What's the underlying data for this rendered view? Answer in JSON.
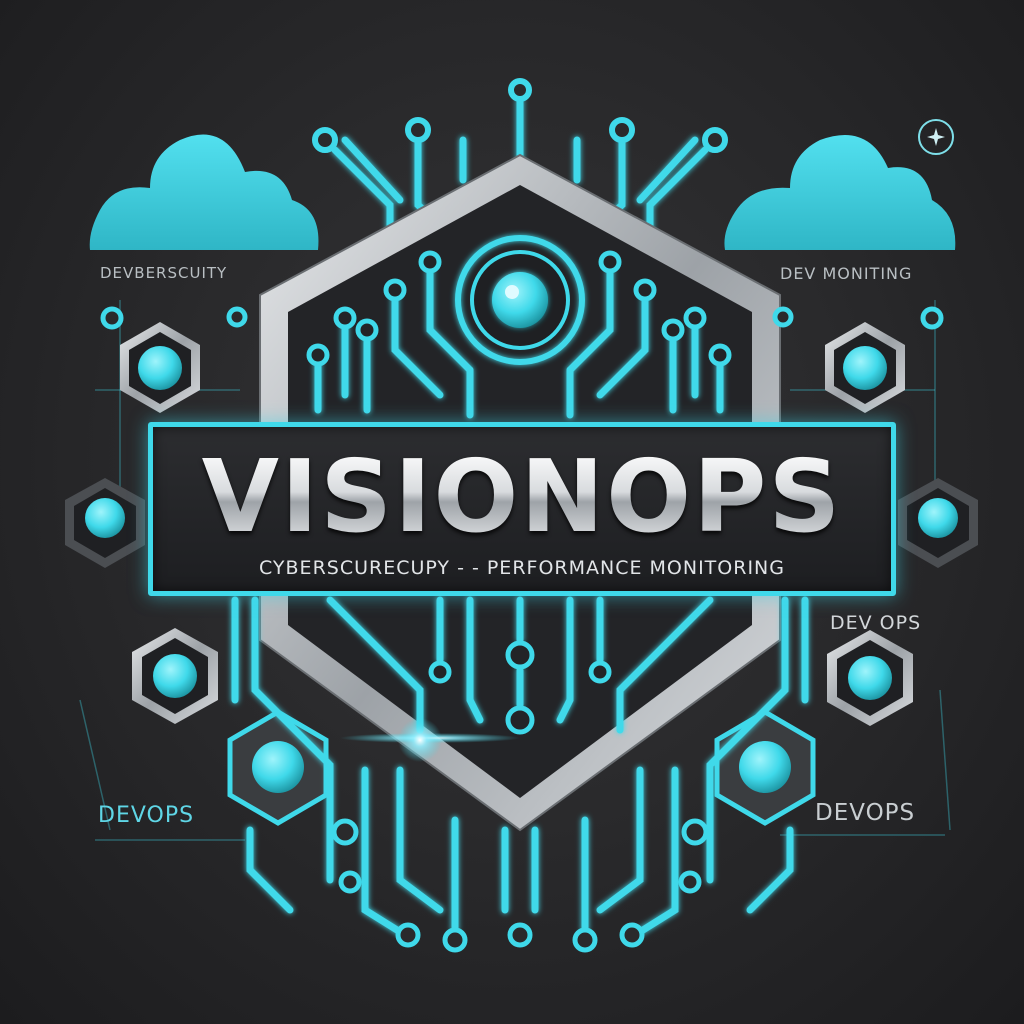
{
  "logo": {
    "title": "VISIONOPS",
    "subtitle": "CYBERSCURECUPY -   - PERFORMANCE MONITORING",
    "accent_color": "#3fd9ea",
    "metal_color": "#bfc3c7"
  },
  "labels": {
    "top_left": "DEVBERSCUITY",
    "top_right": "DEV MONITING",
    "right_middle": "DEV OPS",
    "bottom_left": "DEVOPS",
    "bottom_right": "DEVOPS"
  },
  "icons": {
    "left_cloud": "cloud-icon",
    "right_cloud": "cloud-icon",
    "sparkle": "sparkle-icon",
    "shield": "shield-icon"
  }
}
